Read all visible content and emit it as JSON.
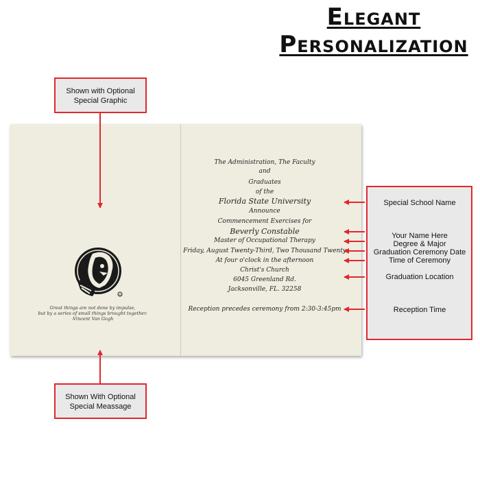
{
  "header": {
    "title_line1": "Elegant",
    "title_line2": "Personalization"
  },
  "callouts": {
    "graphic": {
      "line1": "Shown with Optional",
      "line2": "Special Graphic"
    },
    "message": {
      "line1": "Shown With Optional",
      "line2": "Special Meassage"
    }
  },
  "invitation": {
    "lines": [
      "The Administration, The Faculty",
      "and",
      "Graduates",
      "of the",
      "Florida State University",
      "Announce",
      "Commencement Exercises for",
      "Beverly Constable",
      "Master of Occupational Therapy",
      "Friday, August Twenty-Third, Two Thousand Twenty",
      "At four o'clock in the afternoon",
      "Christ's Church",
      "6045 Greenland Rd.",
      "Jacksonville, FL. 32258",
      "Reception precedes ceremony from 2:30-3:45pm"
    ],
    "quote": [
      "Great things are not done by impulse,",
      "but by a series of small things brought together.",
      "-Vincent Van Gogh"
    ]
  },
  "labels": {
    "school": "Special School Name",
    "name": "Your Name Here",
    "degree": "Degree & Major",
    "date": "Graduation Ceremony Date",
    "time": "Time of Ceremony",
    "location": "Graduation Location",
    "reception": "Reception Time"
  },
  "colors": {
    "accent": "#e0272e",
    "callout_bg": "#e9e9e9",
    "card_bg": "#efede0"
  },
  "icons": {
    "graphic": "seminole-head-logo-icon"
  }
}
